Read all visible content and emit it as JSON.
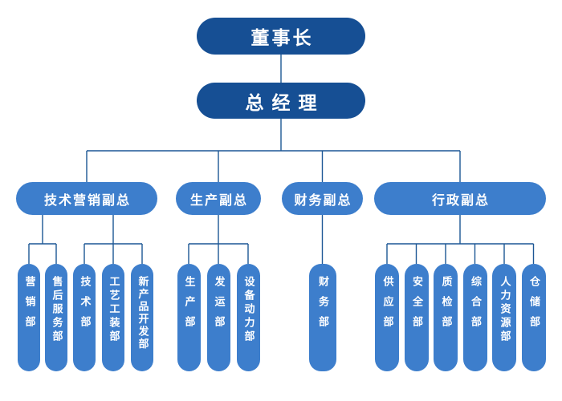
{
  "diagram": {
    "type": "organization-chart",
    "chairman": "董事长",
    "general_manager": "总经理",
    "vps": [
      {
        "label": "技术营销副总"
      },
      {
        "label": "生产副总"
      },
      {
        "label": "财务副总"
      },
      {
        "label": "行政副总"
      }
    ],
    "departments": [
      {
        "label": "营销部",
        "parent": "技术营销副总"
      },
      {
        "label": "售后服务部",
        "parent": "技术营销副总"
      },
      {
        "label": "技术部",
        "parent": "技术营销副总"
      },
      {
        "label": "工艺工装部",
        "parent": "技术营销副总"
      },
      {
        "label": "新产品开发部",
        "parent": "技术营销副总"
      },
      {
        "label": "生产部",
        "parent": "生产副总"
      },
      {
        "label": "发运部",
        "parent": "生产副总"
      },
      {
        "label": "设备动力部",
        "parent": "生产副总"
      },
      {
        "label": "财务部",
        "parent": "财务副总"
      },
      {
        "label": "供应部",
        "parent": "行政副总"
      },
      {
        "label": "安全部",
        "parent": "行政副总"
      },
      {
        "label": "质检部",
        "parent": "行政副总"
      },
      {
        "label": "综合部",
        "parent": "行政副总"
      },
      {
        "label": "人力资源部",
        "parent": "行政副总"
      },
      {
        "label": "仓储部",
        "parent": "行政副总"
      }
    ],
    "colors": {
      "executive_fill": "#164f94",
      "branch_fill": "#3d7ecc",
      "connector": "#1d5795",
      "text": "#ffffff",
      "background": "#ffffff"
    }
  }
}
